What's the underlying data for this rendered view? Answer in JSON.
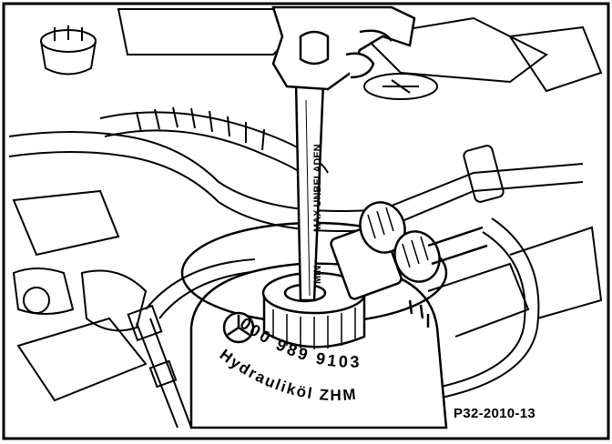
{
  "figure": {
    "reference_code": "P32-2010-13"
  },
  "dipstick": {
    "label_max": "MAX UNBELADEN",
    "label_min": "MIN"
  },
  "reservoir": {
    "part_number": "000 989 9103",
    "fluid_name": "Hydrauliköl  ZHM"
  },
  "colors": {
    "ink": "#000000",
    "paper": "#ffffff"
  }
}
